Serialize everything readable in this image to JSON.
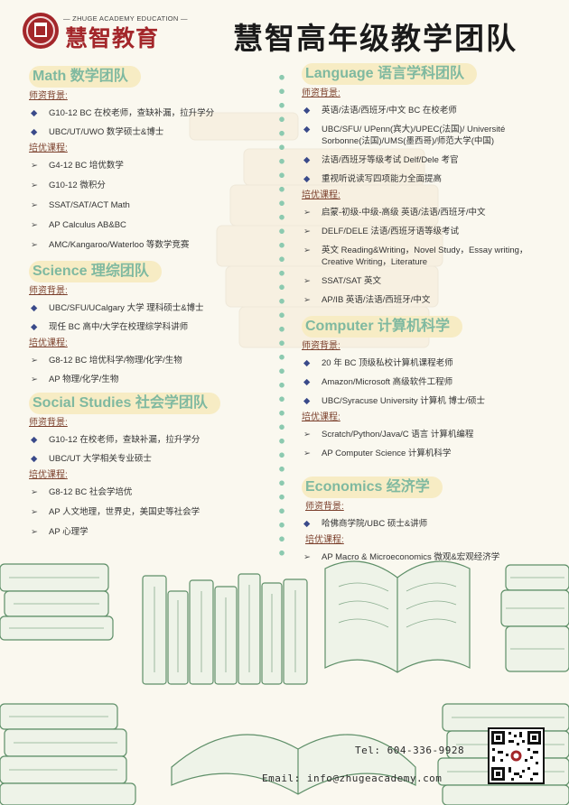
{
  "header": {
    "brand_en": "— ZHUGE ACADEMY EDUCATION —",
    "brand_cn": "慧智教育",
    "title": "慧智高年级教学团队"
  },
  "math": {
    "title": "Math 数学团队",
    "bg_label": "师资背景:",
    "bg": [
      "G10-12 BC 在校老师，查缺补漏，拉升学分",
      "UBC/UT/UWO 数学硕士&博士"
    ],
    "course_label": "培优课程:",
    "courses": [
      "G4-12 BC 培优数学",
      "G10-12 微积分",
      "SSAT/SAT/ACT Math",
      "AP Calculus AB&BC",
      "AMC/Kangaroo/Waterloo 等数学竞赛"
    ]
  },
  "science": {
    "title": "Science 理综团队",
    "bg_label": "师资背景:",
    "bg": [
      "UBC/SFU/UCalgary 大学 理科硕士&博士",
      "现任 BC 高中/大学在校理综学科讲师"
    ],
    "course_label": "培优课程:",
    "courses": [
      "G8-12 BC 培优科学/物理/化学/生物",
      "AP 物理/化学/生物"
    ]
  },
  "social": {
    "title": "Social Studies 社会学团队",
    "bg_label": "师资背景:",
    "bg": [
      "G10-12 在校老师，查缺补漏，拉升学分",
      "UBC/UT 大学相关专业硕士"
    ],
    "course_label": "培优课程:",
    "courses": [
      "G8-12 BC 社会学培优",
      "AP 人文地理，世界史，美国史等社会学",
      "AP 心理学"
    ]
  },
  "language": {
    "title": "Language 语言学科团队",
    "bg_label": "师资背景:",
    "bg": [
      "英语/法语/西班牙/中文 BC 在校老师",
      "UBC/SFU/ UPenn(宾大)/UPEC(法国)/ Université Sorbonne(法国)/UMS(墨西哥)/师范大学(中国)",
      "法语/西班牙等级考试 Delf/Dele 考官",
      "重视听说读写四项能力全面提高"
    ],
    "course_label": "培优课程:",
    "courses": [
      "启蒙-初级-中级-高级 英语/法语/西班牙/中文",
      "DELF/DELE 法语/西班牙语等级考试",
      "英文 Reading&Writing，Novel Study，Essay writing，Creative Writing，Literature",
      "SSAT/SAT 英文",
      "AP/IB 英语/法语/西班牙/中文"
    ]
  },
  "computer": {
    "title": "Computer 计算机科学",
    "bg_label": "师资背景:",
    "bg": [
      "20 年 BC 顶级私校计算机课程老师",
      "Amazon/Microsoft 高级软件工程师",
      "UBC/Syracuse University 计算机 博士/硕士"
    ],
    "course_label": "培优课程:",
    "courses": [
      "Scratch/Python/Java/C 语言 计算机编程",
      "AP Computer Science 计算机科学"
    ]
  },
  "economics": {
    "title": "Economics 经济学",
    "bg_label": "师资背景:",
    "bg": [
      "哈佛商学院/UBC 硕士&讲师"
    ],
    "course_label": "培优课程:",
    "courses": [
      "AP Macro & Microeconomics 微观&宏观经济学"
    ]
  },
  "contact": {
    "tel": "Tel: 604-336-9928",
    "email": "Email: info@zhugeacademy.com"
  },
  "colors": {
    "brand_red": "#a3262a",
    "accent_green": "#7fb9a0",
    "pill_bg": "#f7ecc4",
    "sketch_green": "#5e8f68"
  },
  "icons": {
    "bullet_diamond": "◆",
    "bullet_arrow": "➢"
  }
}
